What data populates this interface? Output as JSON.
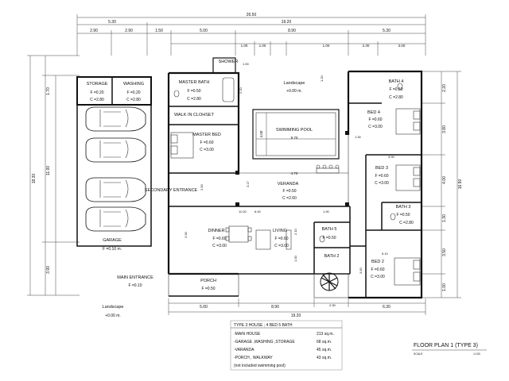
{
  "dims_top_row1": [
    "26.50"
  ],
  "dims_top_row2": [
    "5.30",
    "19.20"
  ],
  "dims_top_row3": [
    "2.90",
    "2.90",
    "1.50",
    "5.00",
    "8.90",
    "5.30"
  ],
  "dims_top_row4": [
    "1.00",
    "1.00",
    "1.00",
    "2.30",
    "3.00"
  ],
  "dims_bottom_row1": [
    "5.00",
    "8.90",
    "2.90",
    "6.30"
  ],
  "dims_bottom_row2": [
    "19.20"
  ],
  "dims_left": [
    "1.70",
    "11.00",
    "18.30",
    "3.90"
  ],
  "dims_right": [
    "2.20",
    "3.80",
    "4.00",
    "16.90",
    "1.30",
    "3.50",
    "1.00"
  ],
  "rooms": {
    "storage": {
      "name": "STORAGE",
      "f": "F =0.20",
      "c": "C =2.80"
    },
    "washing": {
      "name": "WASHING",
      "f": "F =0.20",
      "c": "C =2.80"
    },
    "master_bath": {
      "name": "MASTER BATH",
      "f": "F =0.50",
      "c": "C =2.80"
    },
    "shower": {
      "name": "SHOWER"
    },
    "walk_in": {
      "name": "WALK IN CLOHSET"
    },
    "master_bed": {
      "name": "MASTER BED",
      "f": "F =0.60",
      "c": "C =3.00"
    },
    "landscape_top": {
      "name": "Landscape",
      "f": "+0.00 m."
    },
    "pool": {
      "name": "SWIMMING POOL",
      "dim_w": "8.70",
      "dim_h": "4.00",
      "dim_below": "4.70"
    },
    "bath4": {
      "name": "BATH 4",
      "f": "F =0.50",
      "c": "C =2.80"
    },
    "bed4": {
      "name": "BED 4",
      "f": "F =0.60",
      "c": "C =3.00"
    },
    "bed3": {
      "name": "BED 3",
      "f": "F =0.60",
      "c": "C =3.00"
    },
    "bath3": {
      "name": "BATH 3",
      "f": "F =0.50",
      "c": "C =2.80"
    },
    "bed2": {
      "name": "BED 2",
      "f": "F =0.60",
      "c": "C =3.00"
    },
    "bath2": {
      "name": "BATH 2"
    },
    "bath5": {
      "name": "BATH 5",
      "f": "F =0.50"
    },
    "veranda": {
      "name": "VERANDA",
      "f": "F =0.50",
      "c": "C =2.60"
    },
    "secondary_entrance": {
      "name": "SECONDARY ENTRANCE"
    },
    "dinner": {
      "name": "DINNER",
      "f": "F =0.60",
      "c": "C =3.00"
    },
    "living": {
      "name": "LIVING",
      "f": "F =0.60",
      "c": "C =3.00"
    },
    "garage": {
      "name": "GARAGE",
      "f": "F =0.10 m."
    },
    "main_entrance": {
      "name": "MAIN ENTRANCE",
      "f": "F =0.10"
    },
    "porch": {
      "name": "PORCH",
      "f": "F =0.50"
    },
    "landscape_bottom": {
      "name": "Landscape",
      "f": "+0.00 m."
    }
  },
  "inner_dims": [
    "1.00",
    "2.20",
    "1.20",
    "1.30",
    "3.90",
    "3.17",
    "2.50",
    "11.00",
    "6.00",
    "2.00",
    "1.90",
    "2.10",
    "1.00",
    "5.10",
    "3.50",
    "2.90"
  ],
  "summary": {
    "title": "TYPE 3 HOUSE ; 4 BED 5 BATH",
    "rows": [
      {
        "label": "-MAIN HOUSE",
        "value": "213 sq.m."
      },
      {
        "label": "-GARAGE ,WASHING ,STORAGE",
        "value": "68 sq.m."
      },
      {
        "label": "-VARANDA",
        "value": "45 sq.m."
      },
      {
        "label": "-PORCH , WALKWAY",
        "value": "43 sq.m."
      }
    ],
    "note": "(not included swimming pool)"
  },
  "plan_title": "FLOOR PLAN 1 (TYPE 3)",
  "scale_label": "SCALE",
  "scale_value": "1:100"
}
